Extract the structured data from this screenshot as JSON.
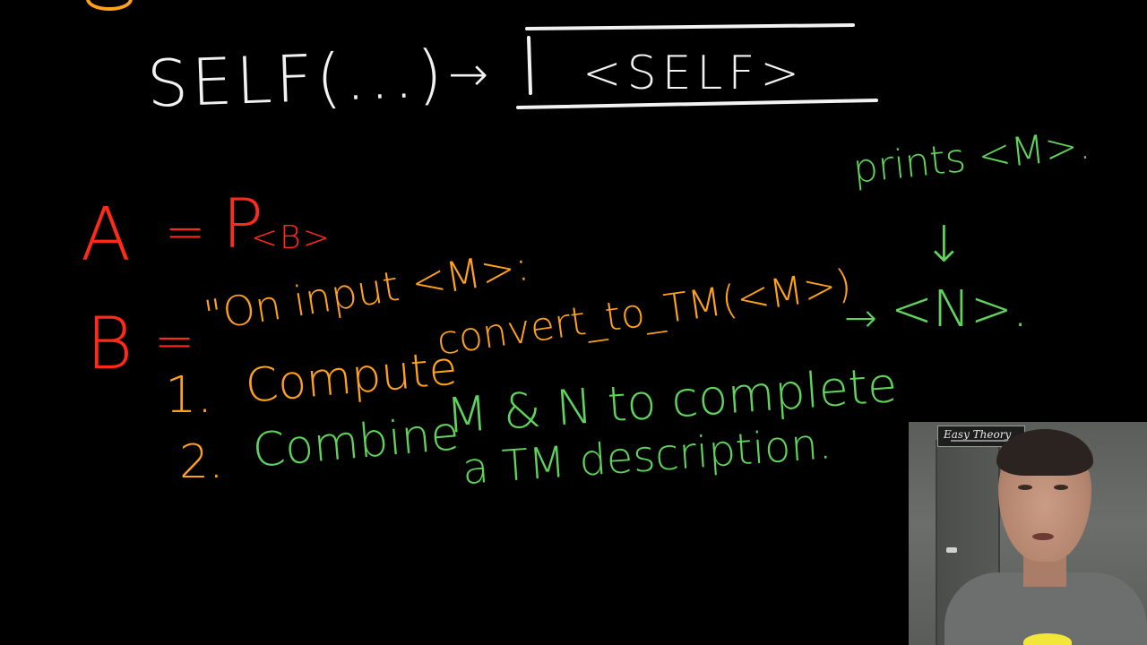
{
  "board": {
    "line1_left": "SELF(...)",
    "arrow1": "→",
    "line1_box": "<SELF>",
    "a_eq_lhs": "A",
    "a_eq_eq": "=",
    "a_eq_p": "P",
    "a_eq_sub": "<B>",
    "prints_note": "prints <M>.",
    "down_arrow": "↓",
    "b_eq_lhs": "B",
    "b_eq_eq": "=",
    "b_eq_quote": "\"On input <M>:",
    "step1_num": "1.",
    "step1_compute": "Compute",
    "step1_call": "convert_to_TM(<M>)",
    "arrow2": "→",
    "n_result": "<N>.",
    "step2_num": "2.",
    "step2_combine": "Combine",
    "step2_rest1": "M & N to complete",
    "step2_rest2": "a TM description."
  },
  "webcam": {
    "sign_label": "Easy Theory"
  },
  "colors": {
    "background": "#000000",
    "white_ink": "#f2f2f2",
    "red_ink": "#ff2a1a",
    "orange_ink": "#ffa21a",
    "green_ink": "#5fd35a"
  }
}
